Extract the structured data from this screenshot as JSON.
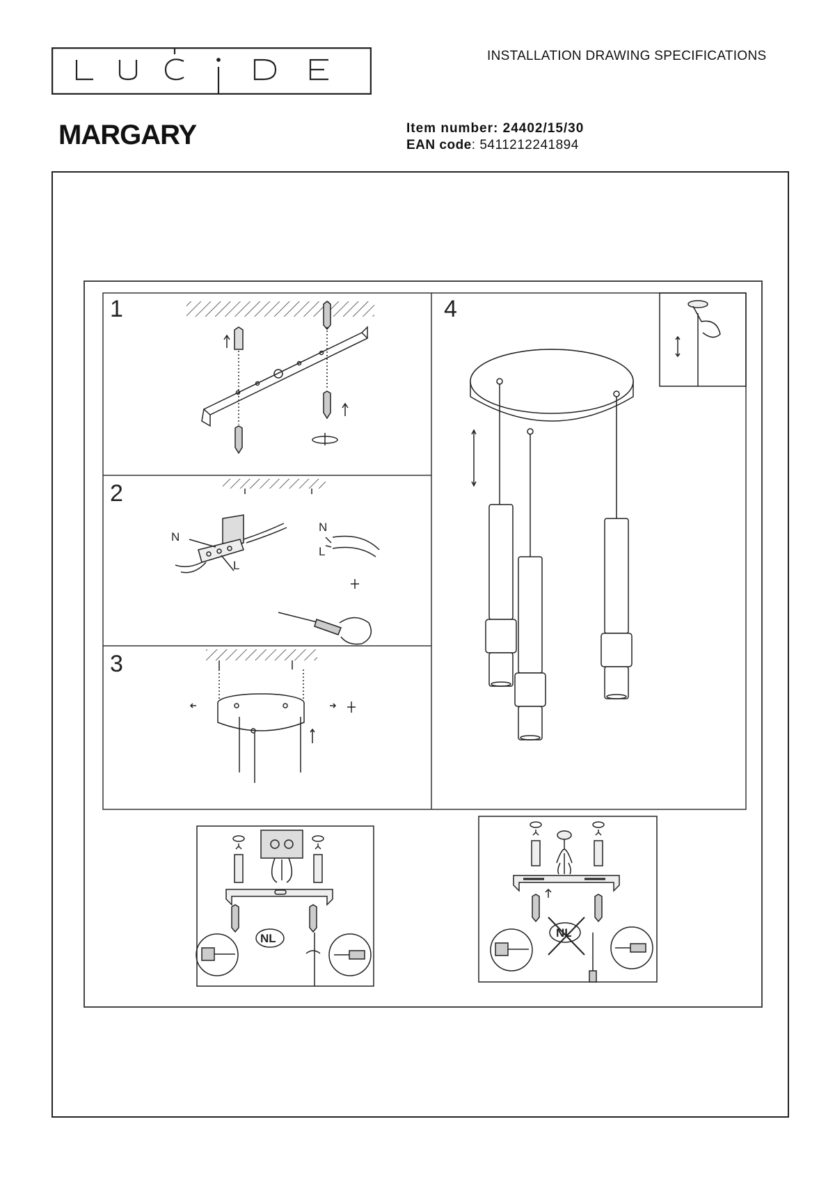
{
  "header": {
    "logo_text": "LUCIDE",
    "doc_type": "INSTALLATION DRAWING SPECIFICATIONS",
    "product_name": "MARGARY",
    "item_number_label": "Item number:",
    "item_number": "24402/15/30",
    "ean_label": "EAN code",
    "ean_code": "5411212241894"
  },
  "steps": [
    "1",
    "2",
    "3",
    "4"
  ],
  "wiring": {
    "neutral": "N",
    "live": "L"
  },
  "mounting_badge": "NL",
  "icons": [
    "hatched-ceiling-icon",
    "mounting-bracket-icon",
    "screw-icon",
    "wall-plug-icon",
    "terminal-block-icon",
    "screwdriver-icon",
    "canopy-icon",
    "pendant-tube-icon",
    "height-adjust-arrow-icon",
    "cable-gripper-icon"
  ]
}
